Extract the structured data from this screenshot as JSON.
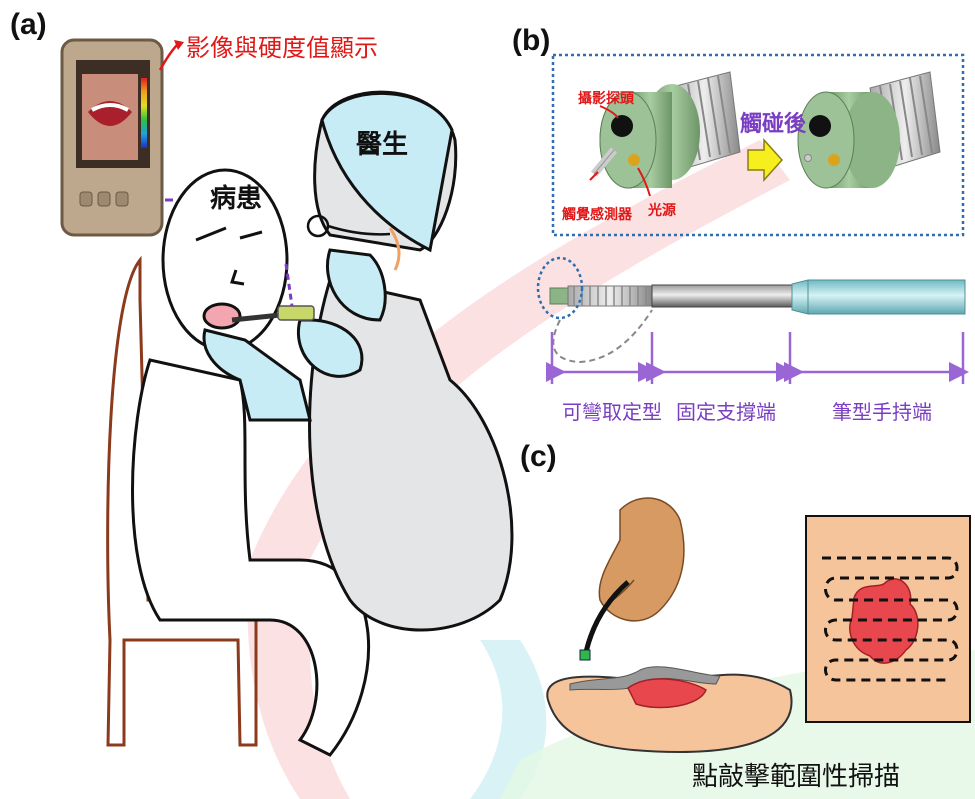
{
  "panel_labels": {
    "a": "(a)",
    "b": "(b)",
    "c": "(c)"
  },
  "panel_a": {
    "device_caption": "影像與硬度值顯示",
    "patient_label": "病患",
    "doctor_label": "醫生"
  },
  "panel_b": {
    "camera_probe": "攝影探頭",
    "tactile_sensor": "觸覺感測器",
    "light_source": "光源",
    "after_contact": "觸碰後",
    "segments": [
      "可彎取定型",
      "固定支撐端",
      "筆型手持端"
    ]
  },
  "panel_c": {
    "caption": "點敲擊範圍性掃描"
  },
  "colors": {
    "accent_red": "#e01818",
    "accent_purple": "#7a3ec2",
    "probe_green": "#7fa57a",
    "handle_cyan": "#8fd3dc",
    "lesion_red": "#e8474d",
    "tissue_peach": "#f6c49a"
  },
  "icons": [
    "arrow-right-icon",
    "curved-arrow-icon"
  ]
}
